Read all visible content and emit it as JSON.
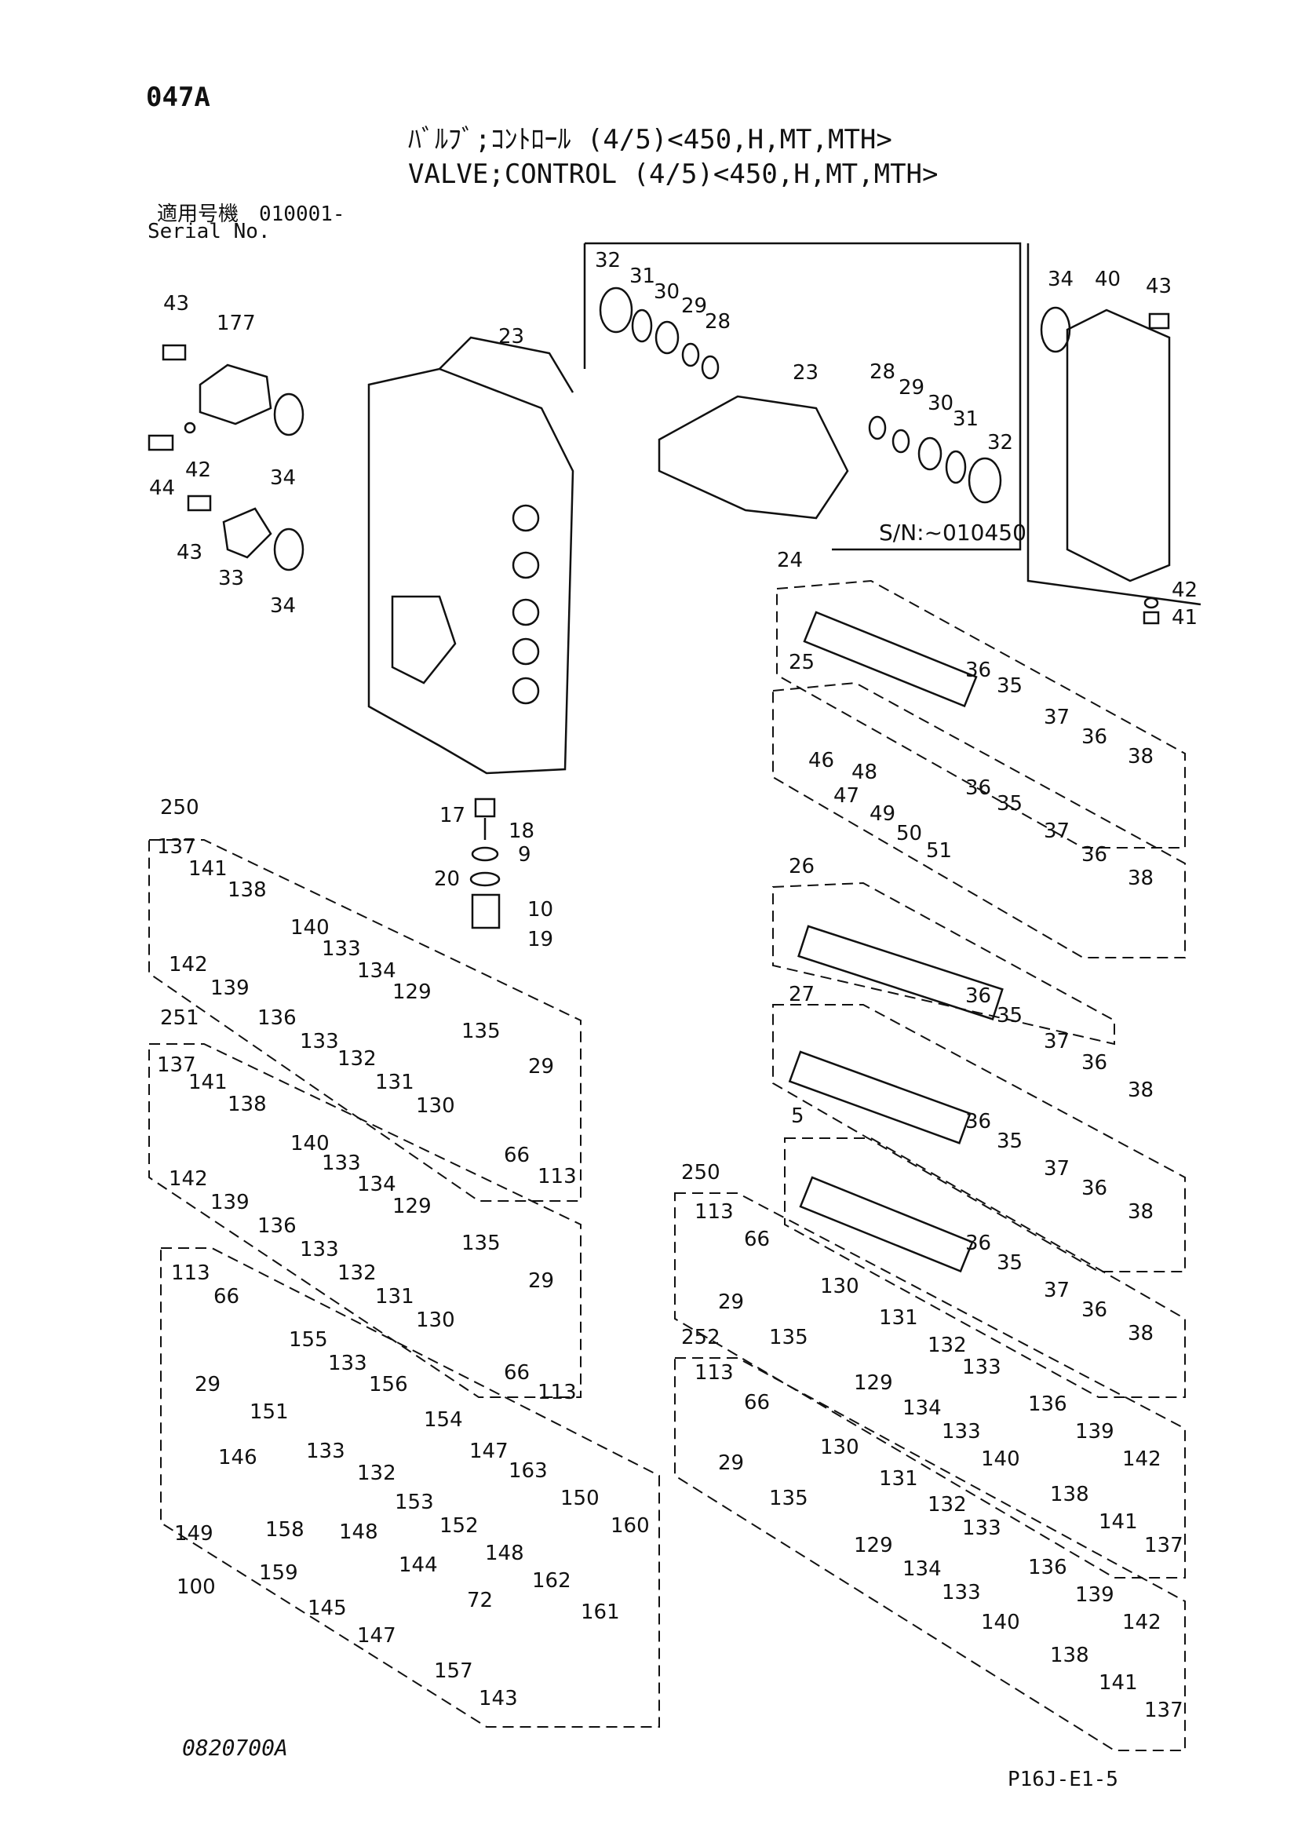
{
  "header": {
    "page_code": "047A",
    "title_jp": "ﾊﾞﾙﾌﾞ;ｺﾝﾄﾛｰﾙ (4/5)<450,H,MT,MTH>",
    "title_en": "VALVE;CONTROL (4/5)<450,H,MT,MTH>",
    "serial_jp": "適用号機　010001-",
    "serial_en": "Serial No."
  },
  "footer": {
    "drawing_no": "0820700A",
    "page_ref": "P16J-E1-5"
  },
  "inset": {
    "serial_note": "S/N:~010450"
  },
  "callouts": {
    "p34a": "34",
    "p40": "40",
    "p43a": "43",
    "p32a": "32",
    "p31a": "31",
    "p30a": "30",
    "p29a": "29",
    "p28a": "28",
    "p23inset": "23",
    "p28b": "28",
    "p29b": "29",
    "p30b": "30",
    "p31b": "31",
    "p32b": "32",
    "p42a": "42",
    "p41": "41",
    "p43b": "43",
    "p177": "177",
    "p23": "23",
    "p44": "44",
    "p42b": "42",
    "p34b": "34",
    "p43c": "43",
    "p33": "33",
    "p34c": "34",
    "p24": "24",
    "p25": "25",
    "p36a": "36",
    "p35a": "35",
    "p37a": "37",
    "p36b": "36",
    "p38a": "38",
    "p46": "46",
    "p47": "47",
    "p48": "48",
    "p49": "49",
    "p50": "50",
    "p51": "51",
    "p36c": "36",
    "p35b": "35",
    "p37b": "37",
    "p36d": "36",
    "p38b": "38",
    "p26": "26",
    "p27": "27",
    "p36e": "36",
    "p35c": "35",
    "p37c": "37",
    "p36f": "36",
    "p38c": "38",
    "p5": "5",
    "p36g": "36",
    "p35d": "35",
    "p37d": "37",
    "p36h": "36",
    "p38d": "38",
    "p36i": "36",
    "p35e": "35",
    "p37e": "37",
    "p36j": "36",
    "p38e": "38",
    "p17": "17",
    "p18": "18",
    "p9": "9",
    "p20": "20",
    "p10": "10",
    "p19": "19",
    "p250a": "250",
    "p137a": "137",
    "p141a": "141",
    "p138a": "138",
    "p142a": "142",
    "p139a": "139",
    "p140a": "140",
    "p136a": "136",
    "p133a": "133",
    "p133b": "133",
    "p134a": "134",
    "p132a": "132",
    "p129a": "129",
    "p131a": "131",
    "p135a": "135",
    "p130a": "130",
    "p29c": "29",
    "p66a": "66",
    "p113a": "113",
    "p251": "251",
    "p137b": "137",
    "p141b": "141",
    "p138b": "138",
    "p142b": "142",
    "p139b": "139",
    "p140b": "140",
    "p136b": "136",
    "p133c": "133",
    "p133d": "133",
    "p134b": "134",
    "p132b": "132",
    "p129b": "129",
    "p131b": "131",
    "p135b": "135",
    "p130b": "130",
    "p29d": "29",
    "p66b": "66",
    "p113b": "113",
    "p113c": "113",
    "p66c": "66",
    "p29e": "29",
    "p151": "151",
    "p155": "155",
    "p133e": "133",
    "p133f": "133",
    "p132c": "132",
    "p156": "156",
    "p154": "154",
    "p153": "153",
    "p152": "152",
    "p147a": "147",
    "p163": "163",
    "p148a": "148",
    "p150": "150",
    "p146": "146",
    "p149": "149",
    "p158": "158",
    "p159": "159",
    "p148b": "148",
    "p145": "145",
    "p144": "144",
    "p147b": "147",
    "p162": "162",
    "p160": "160",
    "p161": "161",
    "p72": "72",
    "p157": "157",
    "p143": "143",
    "p100": "100",
    "p250b": "250",
    "p113d": "113",
    "p66d": "66",
    "p29f": "29",
    "p135c": "135",
    "p130c": "130",
    "p131c": "131",
    "p129c": "129",
    "p132d": "132",
    "p134c": "134",
    "p133g": "133",
    "p133h": "133",
    "p136c": "136",
    "p140c": "140",
    "p139c": "139",
    "p138c": "138",
    "p142c": "142",
    "p141c": "141",
    "p137c": "137",
    "p252": "252",
    "p113e": "113",
    "p66e": "66",
    "p29g": "29",
    "p135d": "135",
    "p130d": "130",
    "p131d": "131",
    "p129d": "129",
    "p132e": "132",
    "p134d": "134",
    "p133i": "133",
    "p133j": "133",
    "p136d": "136",
    "p140d": "140",
    "p139d": "139",
    "p138d": "138",
    "p142d": "142",
    "p141d": "141",
    "p137d": "137"
  }
}
